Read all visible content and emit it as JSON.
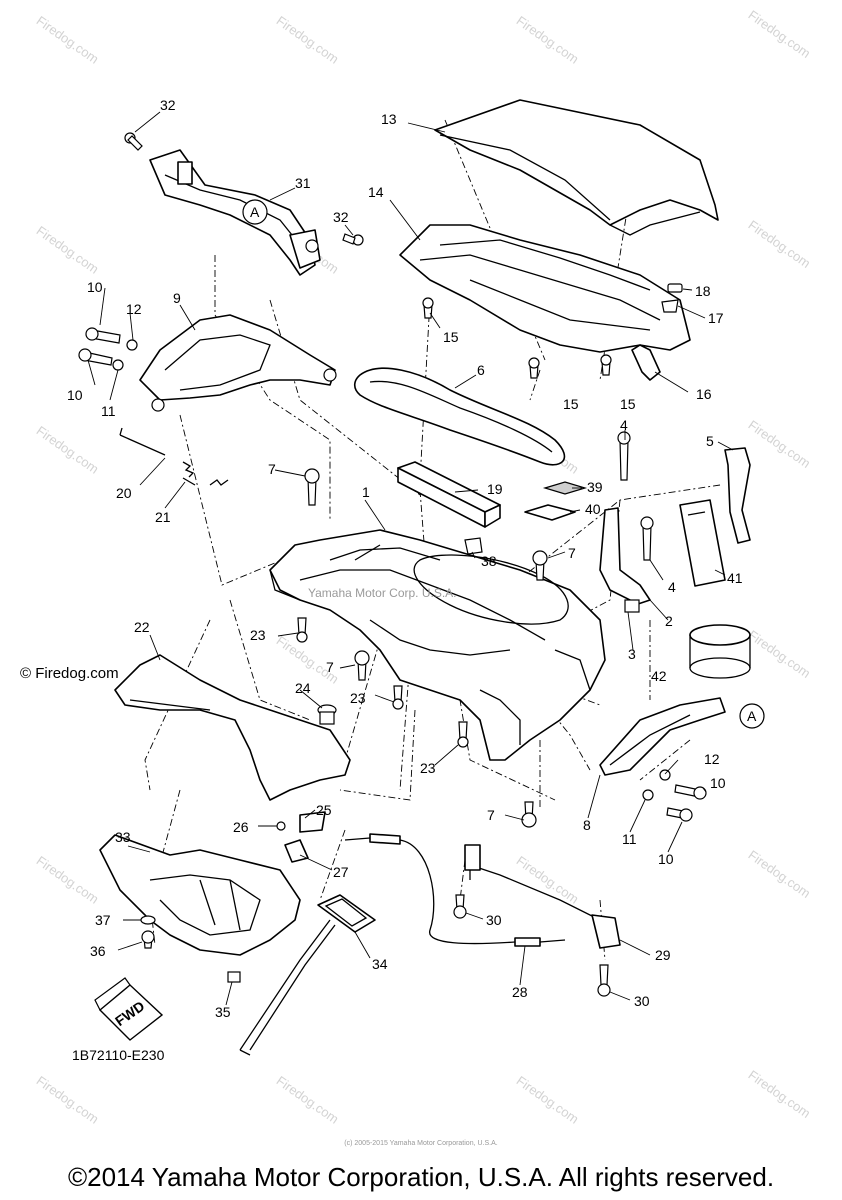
{
  "watermark_text": "Firedog.com",
  "watermark_marks": [
    "©",
    "© Firedog.com"
  ],
  "diagram_code": "1B72110-E230",
  "fwd_label": "FWD",
  "ref_marker": "A",
  "overlay_text": "Yamaha Motor Corp. U.S.A.",
  "small_copyright": "(c) 2005-2015 Yamaha Motor Corporation, U.S.A.",
  "copyright": "©2014 Yamaha Motor Corporation, U.S.A. All rights reserved.",
  "callouts": {
    "c1": "1",
    "c2": "2",
    "c3": "3",
    "c4a": "4",
    "c4b": "4",
    "c5": "5",
    "c6": "6",
    "c7a": "7",
    "c7b": "7",
    "c7c": "7",
    "c7d": "7",
    "c8": "8",
    "c9": "9",
    "c10a": "10",
    "c10b": "10",
    "c10c": "10",
    "c10d": "10",
    "c11a": "11",
    "c11b": "11",
    "c12a": "12",
    "c12b": "12",
    "c13": "13",
    "c14": "14",
    "c15a": "15",
    "c15b": "15",
    "c15c": "15",
    "c16": "16",
    "c17": "17",
    "c18": "18",
    "c19": "19",
    "c20": "20",
    "c21": "21",
    "c22": "22",
    "c23a": "23",
    "c23b": "23",
    "c23c": "23",
    "c24": "24",
    "c25": "25",
    "c26": "26",
    "c27": "27",
    "c28": "28",
    "c29": "29",
    "c30a": "30",
    "c30b": "30",
    "c31": "31",
    "c32a": "32",
    "c32b": "32",
    "c33": "33",
    "c34": "34",
    "c35": "35",
    "c36": "36",
    "c37": "37",
    "c38": "38",
    "c39": "39",
    "c40": "40",
    "c41": "41",
    "c42": "42"
  }
}
